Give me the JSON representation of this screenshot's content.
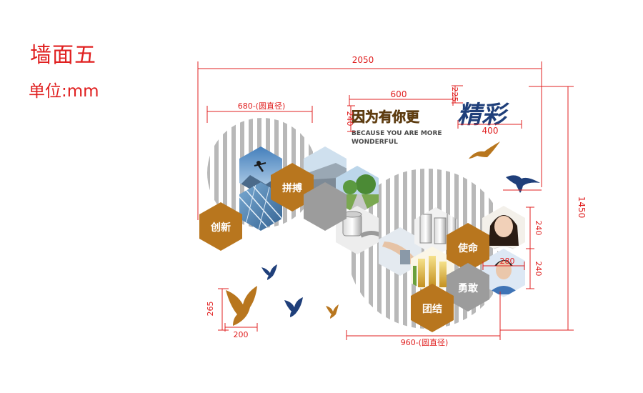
{
  "wall_title": "墙面五",
  "unit_label": "单位:mm",
  "headline": {
    "cn": "因为有你更",
    "cn_art": "精彩",
    "en_line1": "BECAUSE YOU ARE MORE",
    "en_line2": "WONDERFUL"
  },
  "hex_labels": {
    "chuangxin": "创新",
    "pinbo": "拼搏",
    "shiming": "使命",
    "yonggan": "勇敢",
    "tuanjie": "团结"
  },
  "dimensions": {
    "total_width": "2050",
    "total_height": "1450",
    "left_circle": "680-(圆直径)",
    "right_circle": "960-(圆直径)",
    "headline_width": "600",
    "headline_height": "240",
    "logo_height": "225",
    "logo_width": "400",
    "photo_height_1": "240",
    "photo_height_2": "240",
    "hex_width": "280",
    "bird_height": "265",
    "bird_width": "200"
  },
  "colors": {
    "accent_red": "#e02020",
    "hex_brown": "#b8761e",
    "bird_blue": "#1f3f7a",
    "stripe_gray": "#b5b5b5",
    "hex_gray": "#9c9c9c"
  }
}
